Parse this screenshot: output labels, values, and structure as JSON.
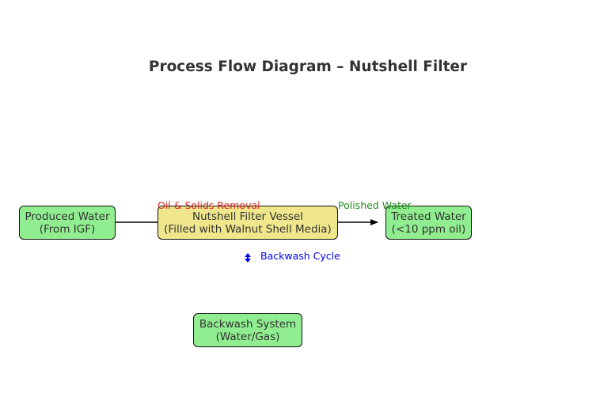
{
  "title": "Process Flow Diagram – Nutshell Filter",
  "nodes": {
    "produced_water": {
      "line1": "Produced Water",
      "line2": "(From IGF)"
    },
    "filter_vessel": {
      "line1": "Nutshell Filter Vessel",
      "line2": "(Filled with Walnut Shell Media)"
    },
    "treated_water": {
      "line1": "Treated Water",
      "line2": "(<10 ppm oil)"
    },
    "backwash_system": {
      "line1": "Backwash System",
      "line2": "(Water/Gas)"
    }
  },
  "edges": {
    "oil_solids_removal": {
      "label": "Oil & Solids Removal",
      "color": "#d62728"
    },
    "polished_water": {
      "label": "Polished Water",
      "color": "#228b22"
    },
    "backwash_cycle": {
      "label": "Backwash Cycle",
      "color": "#0000ee"
    }
  },
  "colors": {
    "box_green": "#90ee90",
    "box_yellow": "#f0e68c",
    "arrow": "#000000"
  }
}
